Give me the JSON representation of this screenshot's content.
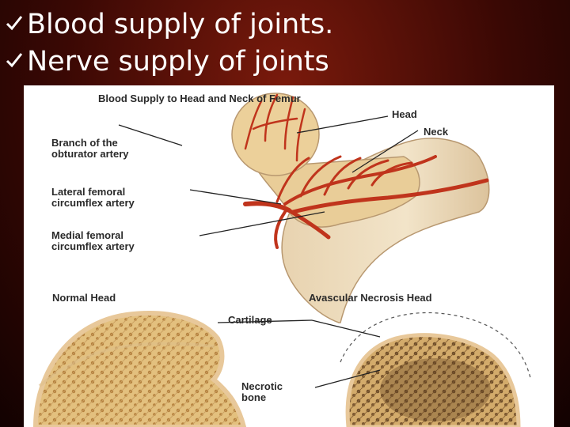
{
  "slide": {
    "bullets": [
      {
        "text": "Blood supply of joints.",
        "icon": "check-icon"
      },
      {
        "text": "Nerve supply of joints",
        "icon": "check-icon"
      }
    ]
  },
  "figure": {
    "top_title": "Blood Supply to Head and Neck of Femur",
    "labels": {
      "head": "Head",
      "neck": "Neck",
      "obturator": "Branch of the\nobturator artery",
      "lateral": "Lateral femoral\ncircumflex artery",
      "medial": "Medial femoral\ncircumflex artery",
      "normal_head": "Normal Head",
      "avascular_head": "Avascular Necrosis Head",
      "cartilage": "Cartilage",
      "necrotic": "Necrotic\nbone"
    },
    "colors": {
      "artery": "#c0341c",
      "bone": "#efd8b0",
      "cancellous": "#c99a52",
      "necrotic": "#6a4a28",
      "check": "#ffffff"
    }
  }
}
